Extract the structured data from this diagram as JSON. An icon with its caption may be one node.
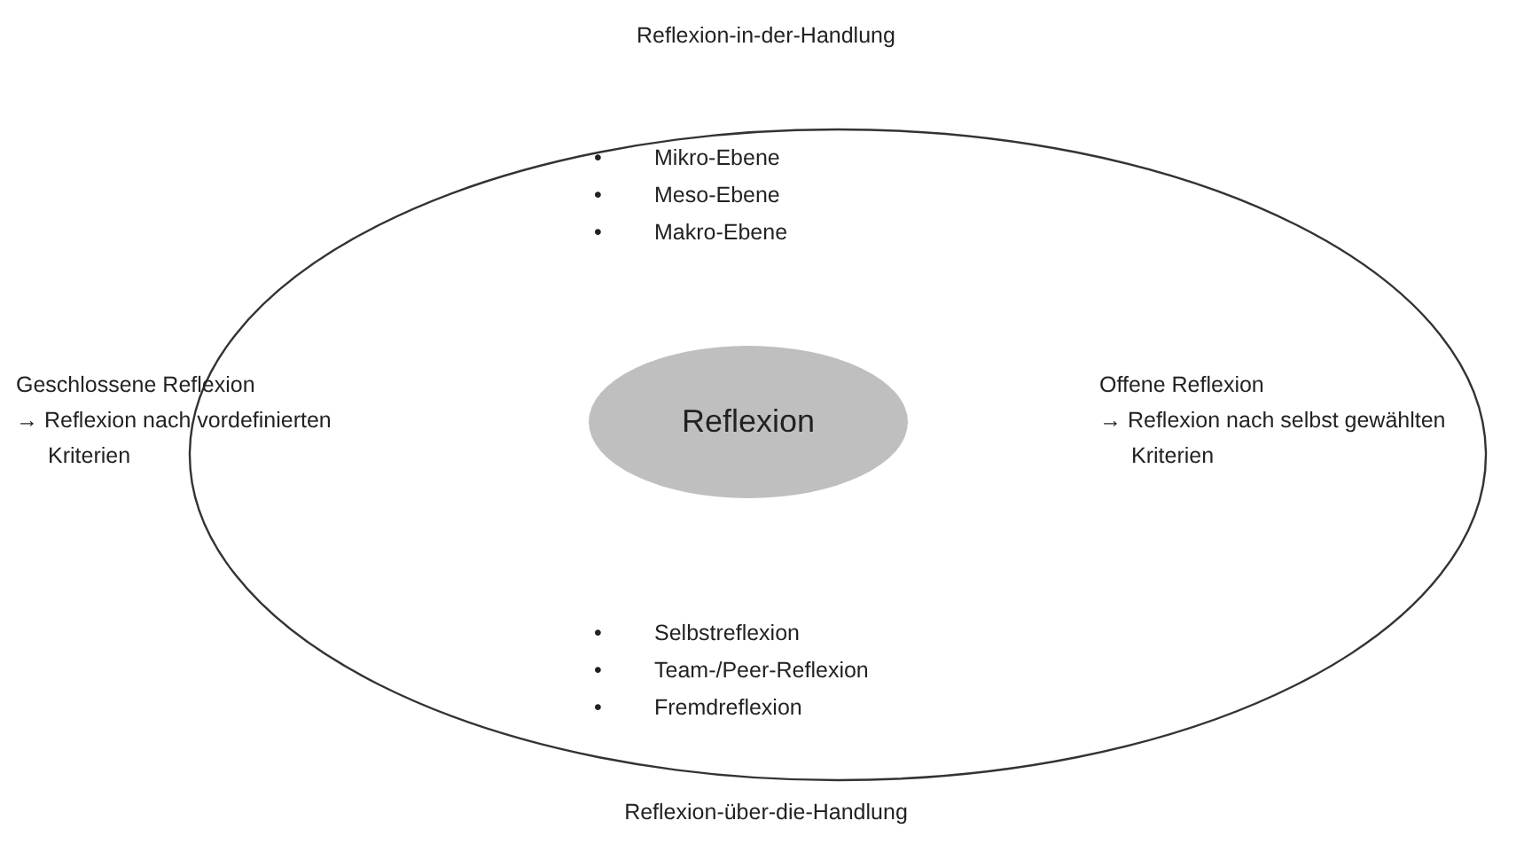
{
  "diagram": {
    "nodes": [
      {
        "text": [
          "• Mikro-Ebene",
          "• Meso-Ebene",
          "• Makro-Ebene",
          "• Selbstreflexion",
          "• Team-/Peer-Reflexion",
          "• Fremdreflexion"
        ]
      },
      {
        "text": [
          "Reflexion"
        ],
        "in": 0
      }
    ],
    "labels": [
      "Reflexion-in-der-Handlung",
      "Geschlossene Reflexion",
      "→ Reflexion nach vordefinierten Kriterien",
      "Offene Reflexion",
      "→ Reflexion nach selbst gewählten Kriterien",
      "Reflexion-über-die-Handlung"
    ]
  }
}
